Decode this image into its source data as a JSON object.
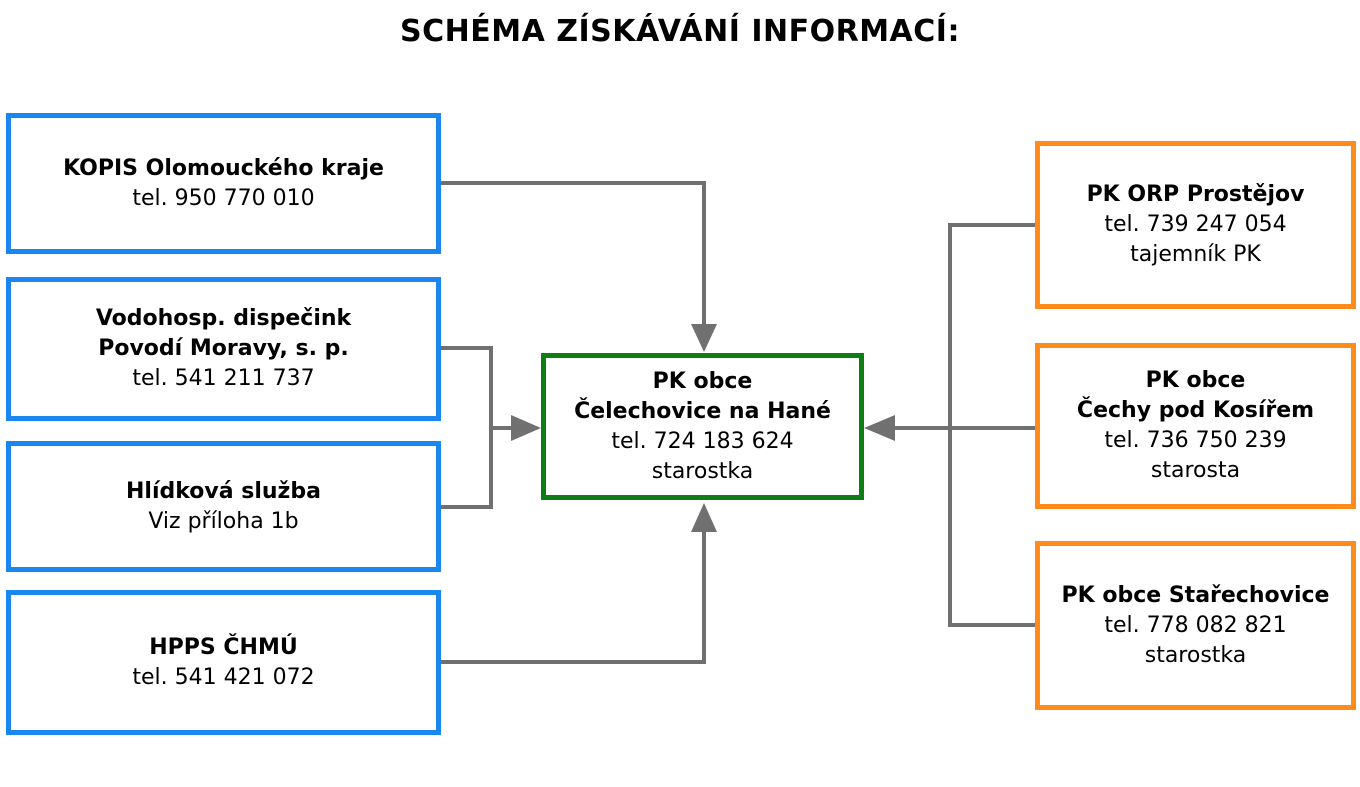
{
  "title": "SCHÉMA ZÍSKÁVÁNÍ INFORMACÍ:",
  "colors": {
    "blue": "#1a86f0",
    "orange": "#ff8c1a",
    "green": "#0e7d14",
    "arrow": "#707070"
  },
  "left": {
    "kopis": {
      "name": "KOPIS Olomouckého kraje",
      "line1": "tel. 950 770 010"
    },
    "vodohosp": {
      "name1": "Vodohosp. dispečink",
      "name2": "Povodí Moravy, s. p.",
      "line1": "tel. 541 211 737"
    },
    "hlidkova": {
      "name": "Hlídková služba",
      "line1": "Viz příloha 1b"
    },
    "hpps": {
      "name": "HPPS ČHMÚ",
      "line1": "tel. 541 421 072"
    }
  },
  "center": {
    "name1": "PK obce",
    "name2": "Čelechovice na Hané",
    "line1": "tel. 724 183 624",
    "line2": "starostka"
  },
  "right": {
    "orp": {
      "name": "PK ORP Prostějov",
      "line1": "tel. 739 247 054",
      "line2": "tajemník PK"
    },
    "cechy": {
      "name1": "PK obce",
      "name2": "Čechy pod Kosířem",
      "line1": "tel. 736 750 239",
      "line2": "starosta"
    },
    "starechovice": {
      "name": "PK obce Stařechovice",
      "line1": "tel. 778 082 821",
      "line2": "starostka"
    }
  }
}
